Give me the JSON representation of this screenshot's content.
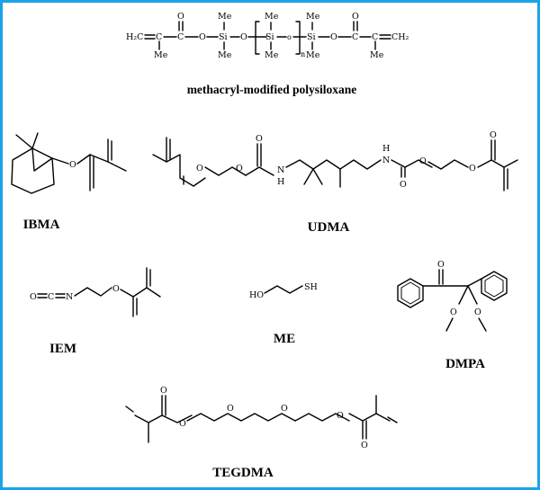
{
  "captions": {
    "polysiloxane": "methacryl-modified polysiloxane",
    "ibma": "IBMA",
    "udma": "UDMA",
    "iem": "IEM",
    "me": "ME",
    "dmpa": "DMPA",
    "tegdma": "TEGDMA"
  },
  "atoms": {
    "h2c": "H₂C",
    "ch2": "CH₂",
    "c": "C",
    "o": "O",
    "o_small": "o",
    "si": "Si",
    "me": "Me",
    "n_sub": "n",
    "n": "N",
    "nh": "N",
    "h": "H",
    "ho": "HO",
    "sh": "SH"
  },
  "colors": {
    "frame": "#1aa3e8"
  }
}
